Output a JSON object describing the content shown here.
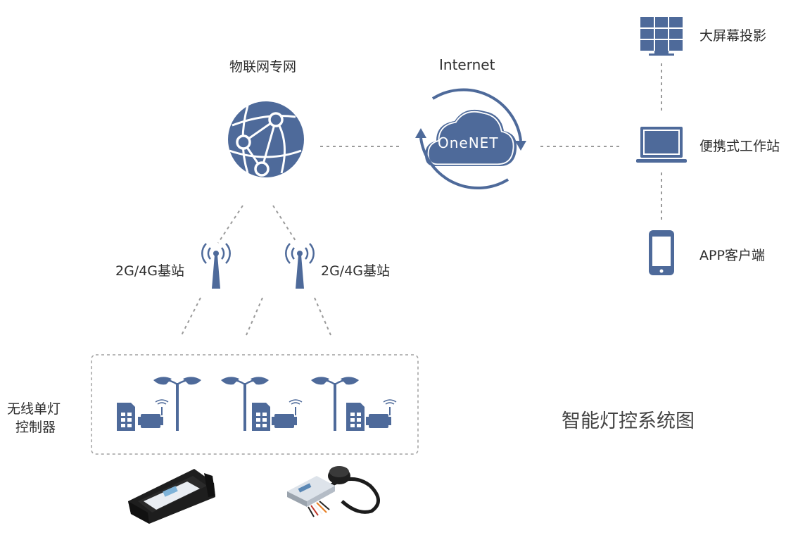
{
  "diagram": {
    "title": "智能灯控系统图",
    "iot_network_label": "物联网专网",
    "internet_label": "Internet",
    "cloud_label": "OneNET",
    "base_station_left_label": "2G/4G基站",
    "base_station_right_label": "2G/4G基站",
    "controller_label_line1": "无线单灯",
    "controller_label_line2": "控制器",
    "clients": [
      {
        "label": "大屏幕投影",
        "icon": "screen-grid-icon"
      },
      {
        "label": "便携式工作站",
        "icon": "laptop-icon"
      },
      {
        "label": "APP客户端",
        "icon": "smartphone-icon"
      }
    ]
  },
  "colors": {
    "icon": "#4e6a9a",
    "dash": "#9a9a9a",
    "text": "#2e2e2e"
  }
}
